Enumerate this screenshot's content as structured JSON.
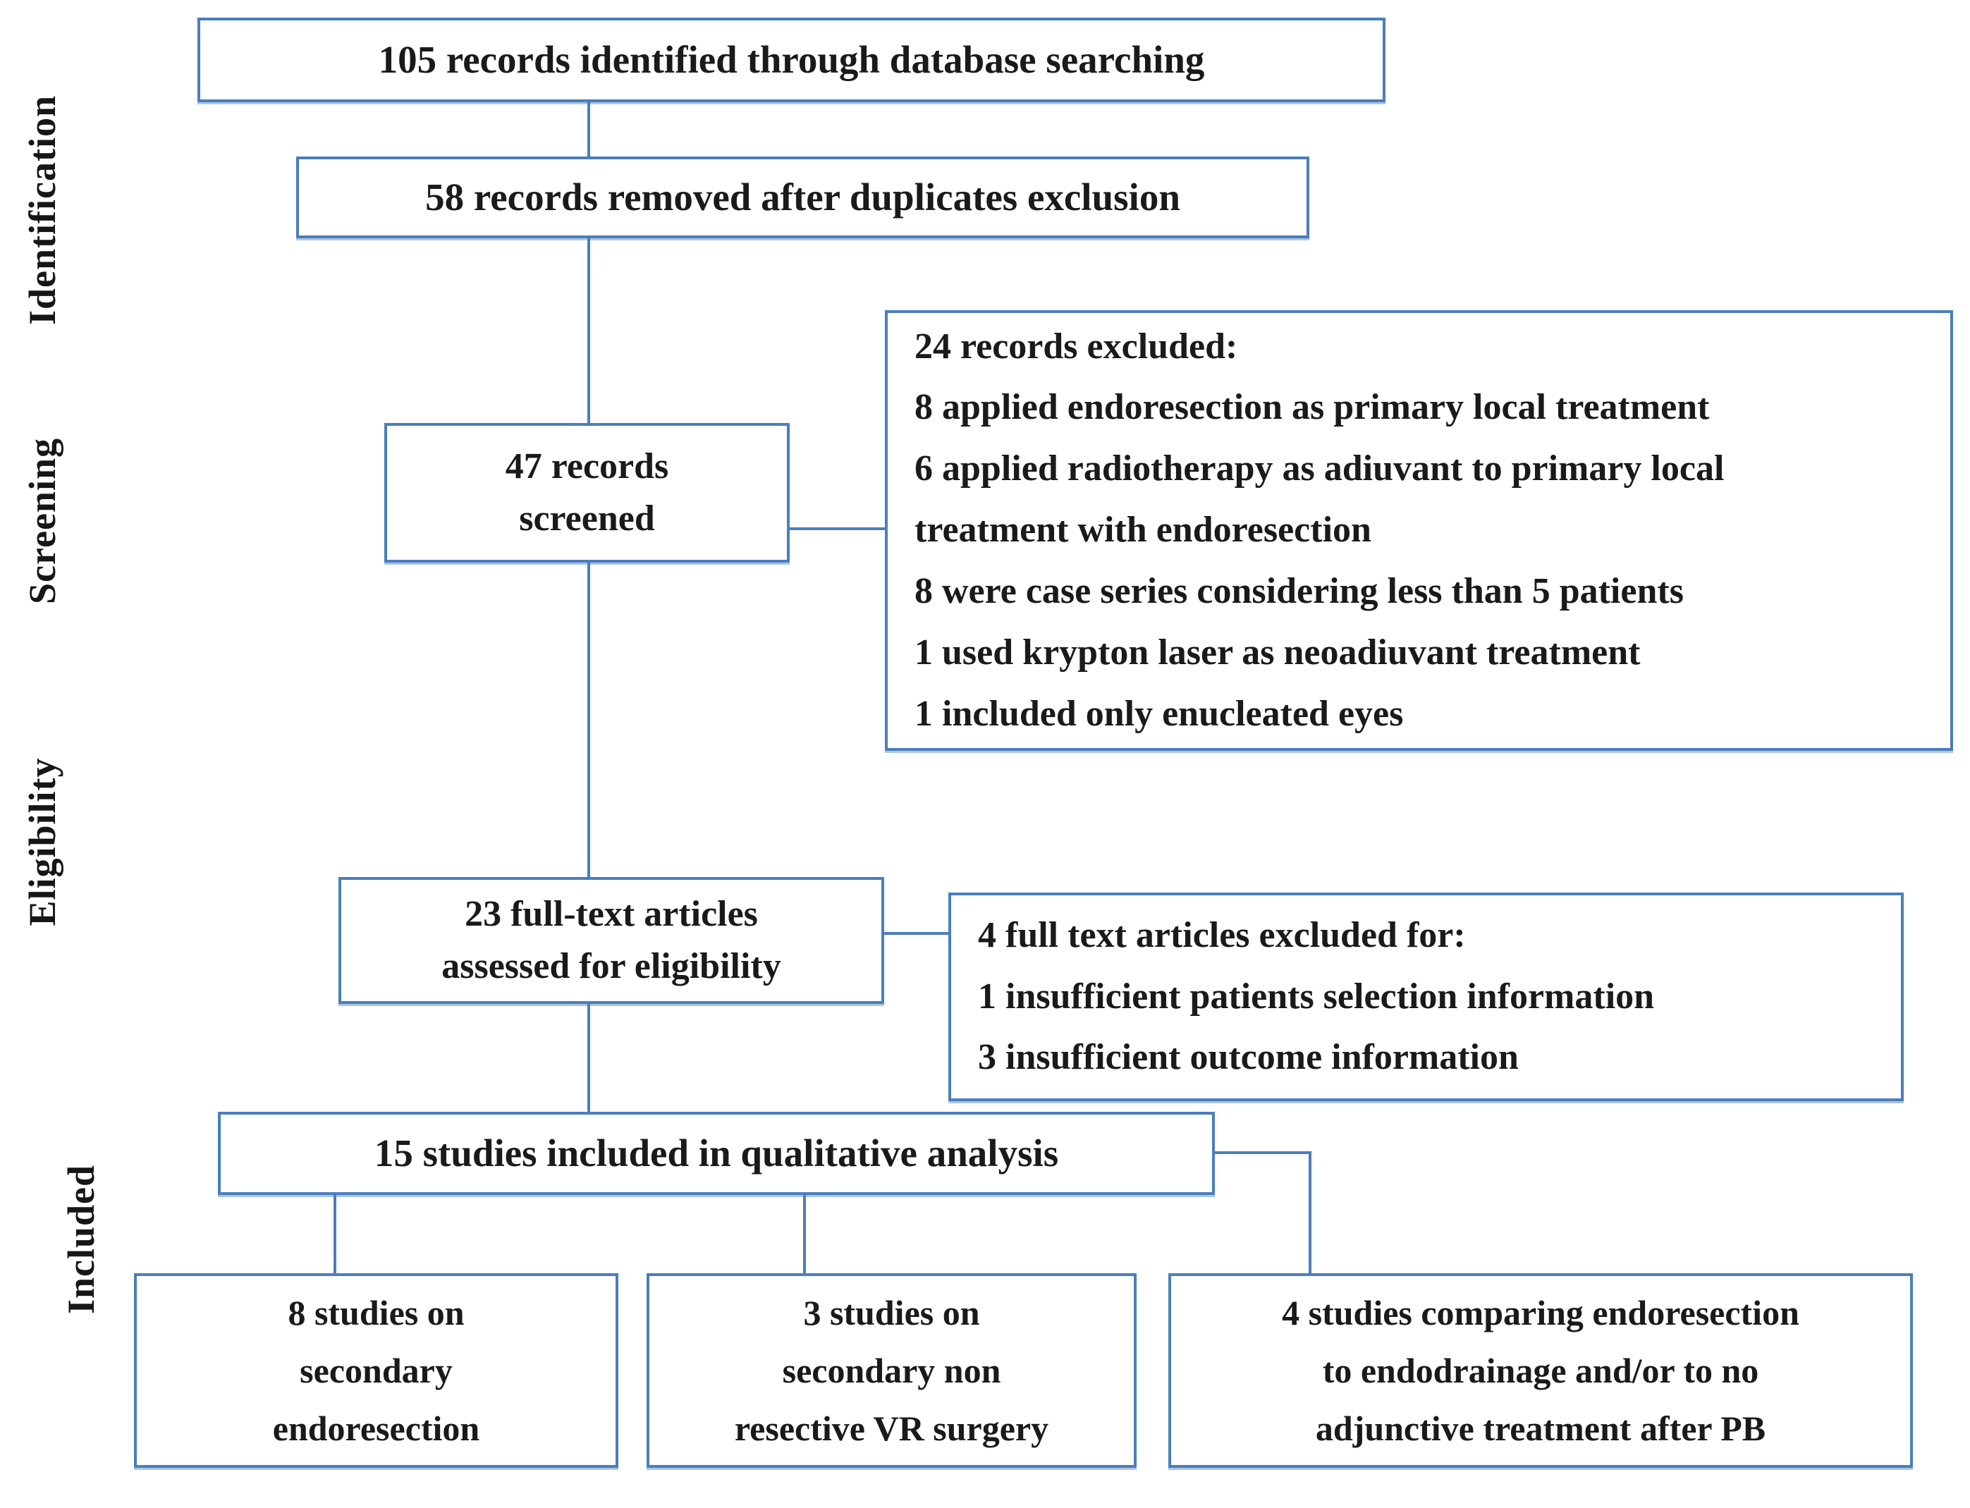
{
  "figure": {
    "kind": "PRISMA systematic review flow diagram",
    "accent_color": "#4a7ebd",
    "text_color": "#1a1a1a",
    "background_color": "#ffffff"
  },
  "stage_labels": {
    "identification": "Identification",
    "screening": "Screening",
    "eligibility": "Eligibility",
    "included": "Included"
  },
  "boxes": {
    "identified": {
      "lines": [
        "105 records identified through database searching"
      ]
    },
    "duplicates_removed": {
      "lines": [
        "58 records removed after duplicates exclusion"
      ]
    },
    "screened": {
      "lines": [
        "47 records",
        "screened"
      ]
    },
    "screening_excluded": {
      "lines": [
        "24 records excluded:",
        "8 applied endoresection as primary local treatment",
        "6 applied radiotherapy as adiuvant to primary local",
        "treatment with endoresection",
        "8 were case series considering less than 5 patients",
        "1 used krypton laser as neoadiuvant treatment",
        "1 included only enucleated eyes"
      ]
    },
    "fulltext_assessed": {
      "lines": [
        "23 full-text articles",
        "assessed for eligibility"
      ]
    },
    "fulltext_excluded": {
      "lines": [
        "4 full text articles excluded for:",
        "1 insufficient patients selection information",
        "3 insufficient outcome information"
      ]
    },
    "qualitative_included": {
      "lines": [
        "15 studies included in qualitative analysis"
      ]
    },
    "secondary_endoresection": {
      "lines": [
        "8 studies on",
        "secondary",
        "endoresection"
      ]
    },
    "non_resective_vr": {
      "lines": [
        "3 studies on",
        "secondary non",
        "resective VR surgery"
      ]
    },
    "comparing_studies": {
      "lines": [
        "4 studies comparing endoresection",
        "to endodrainage and/or to no",
        "adjunctive treatment after PB"
      ]
    }
  }
}
